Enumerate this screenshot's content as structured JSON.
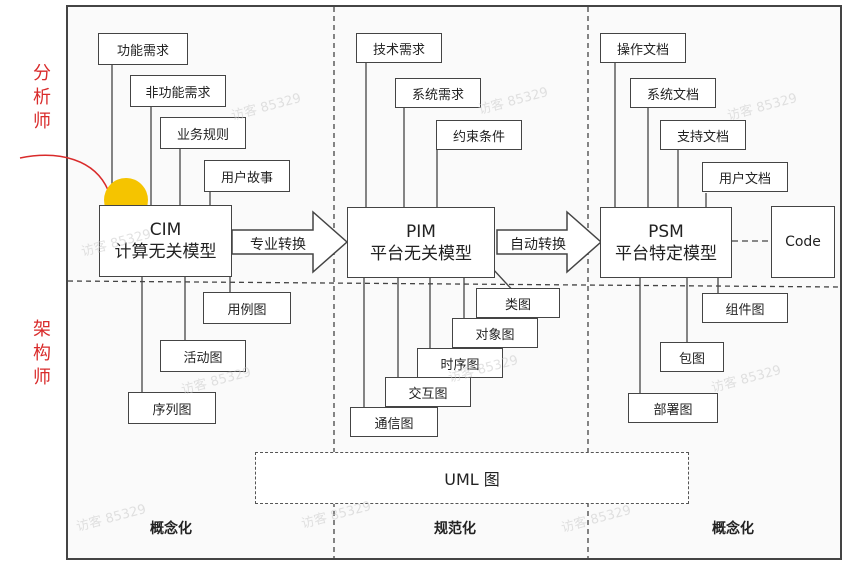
{
  "side_labels": {
    "analyst": "分析师",
    "architect": "架构师"
  },
  "columns": {
    "cim": {
      "title": "CIM",
      "subtitle": "计算无关模型",
      "inputs": [
        "功能需求",
        "非功能需求",
        "业务规则",
        "用户故事"
      ],
      "outputs": [
        "用例图",
        "活动图",
        "序列图"
      ]
    },
    "pim": {
      "title": "PIM",
      "subtitle": "平台无关模型",
      "inputs": [
        "技术需求",
        "系统需求",
        "约束条件"
      ],
      "outputs": [
        "类图",
        "对象图",
        "时序图",
        "交互图",
        "通信图"
      ]
    },
    "psm": {
      "title": "PSM",
      "subtitle": "平台特定模型",
      "inputs": [
        "操作文档",
        "系统文档",
        "支持文档",
        "用户文档"
      ],
      "outputs": [
        "组件图",
        "包图",
        "部署图"
      ],
      "code": "Code"
    }
  },
  "arrows": {
    "cim_to_pim": "专业转换",
    "pim_to_psm": "自动转换"
  },
  "uml": "UML 图",
  "bottom_labels": [
    "概念化",
    "规范化",
    "概念化"
  ],
  "watermark": "访客 85329",
  "colors": {
    "annotation": "#d92b2b",
    "highlight": "#f5c400"
  }
}
